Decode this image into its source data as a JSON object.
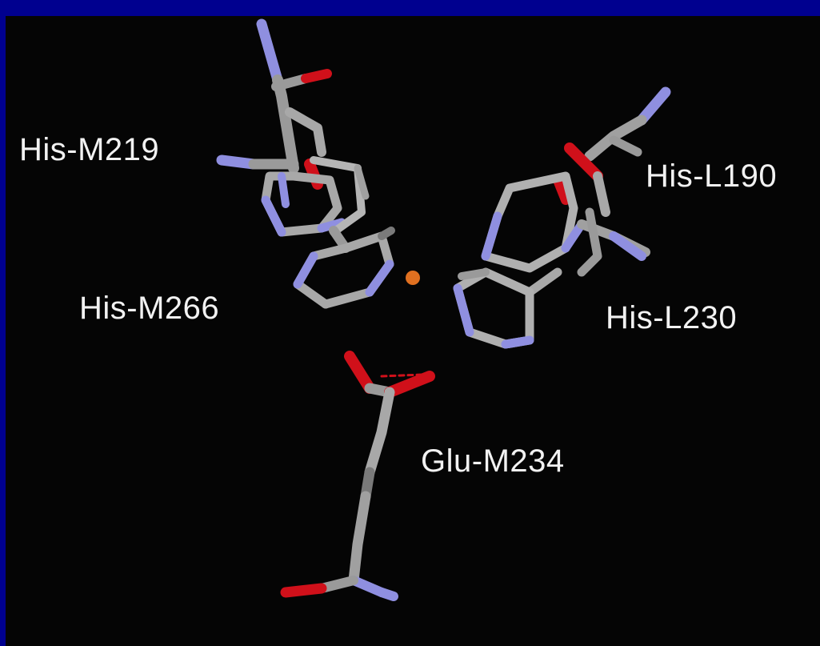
{
  "figure": {
    "labels": {
      "his_m219": "His-M219",
      "his_l190": "His-L190",
      "his_m266": "His-M266",
      "his_l230": "His-L230",
      "glu_m234": "Glu-M234"
    }
  },
  "colors": {
    "frame": "#00008f",
    "background": "#050505",
    "carbon": "#8c8c8c",
    "carbon_light": "#b8b8b8",
    "nitrogen": "#8f8fe0",
    "oxygen": "#d0101a",
    "iron": "#e07020",
    "label": "#f2f2f2"
  }
}
